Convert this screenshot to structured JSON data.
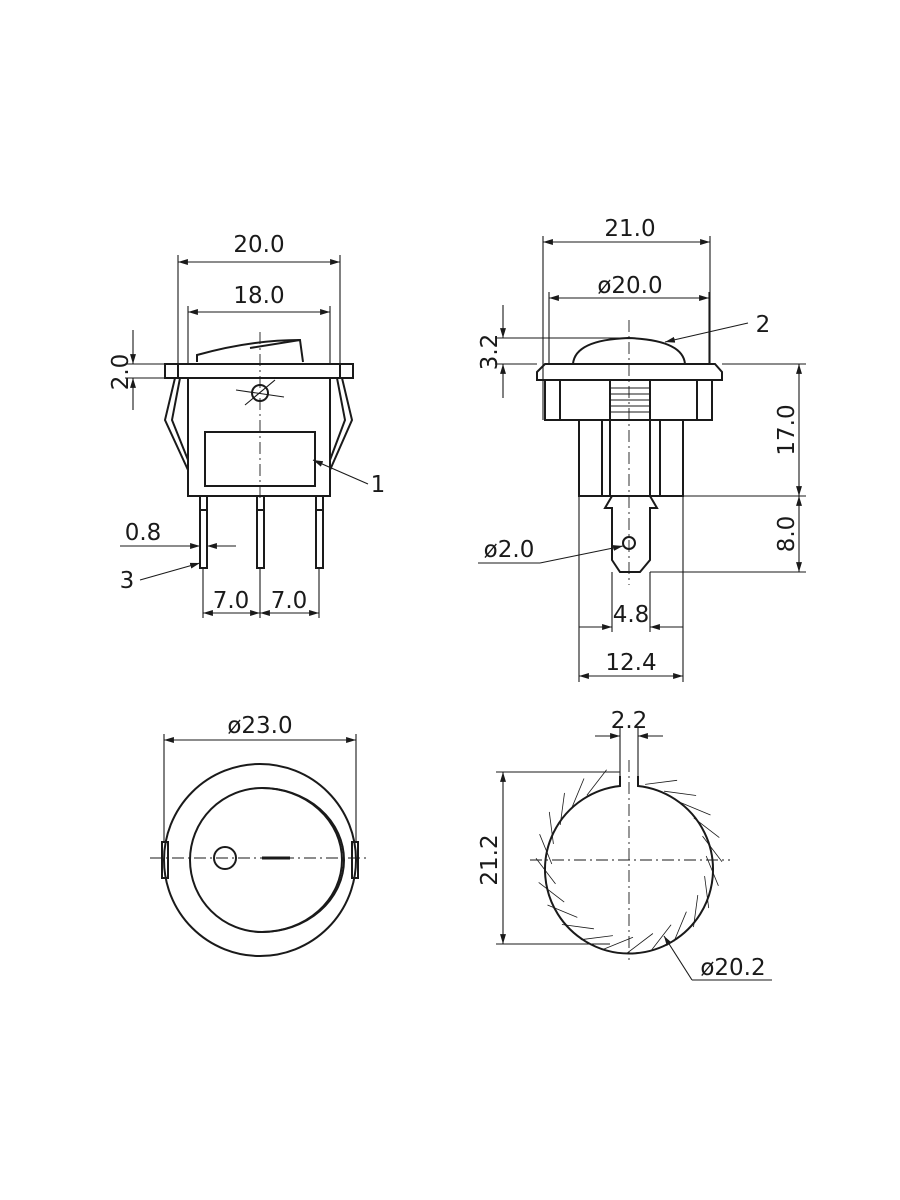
{
  "views": {
    "front": {
      "dim_overall_width": "20.0",
      "dim_rocker_width": "18.0",
      "dim_flange_thickness": "2.0",
      "dim_pin_thickness": "0.8",
      "dim_pin_spacing_left": "7.0",
      "dim_pin_spacing_right": "7.0",
      "callout_1": "1",
      "callout_3": "3"
    },
    "side": {
      "dim_overall_width": "21.0",
      "dim_cap_diameter": "ø20.0",
      "dim_cap_height": "3.2",
      "dim_body_height": "17.0",
      "dim_terminal_length": "8.0",
      "dim_hole_diameter": "ø2.0",
      "dim_terminal_width": "4.8",
      "dim_body_width": "12.4",
      "callout_2": "2"
    },
    "top": {
      "dim_bezel_diameter": "ø23.0"
    },
    "cutout": {
      "dim_key_width": "2.2",
      "dim_cutout_height": "21.2",
      "dim_cutout_diameter": "ø20.2"
    }
  }
}
